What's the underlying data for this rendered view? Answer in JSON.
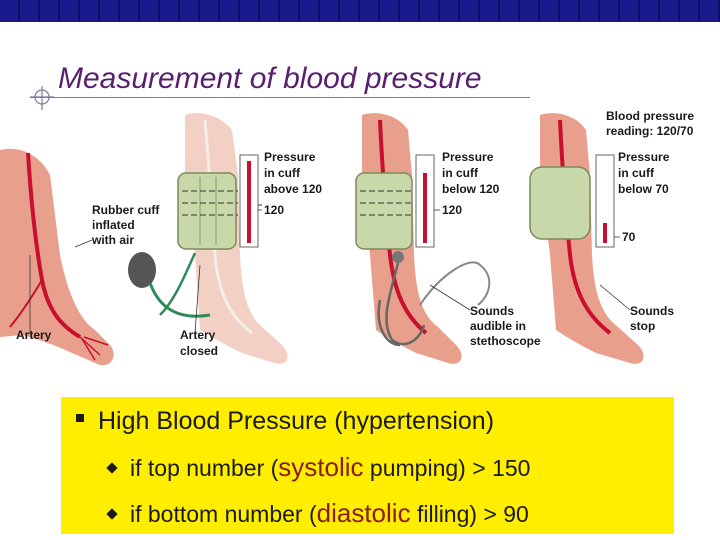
{
  "slide": {
    "title": "Measurement of blood pressure"
  },
  "figure": {
    "labels": {
      "reading_line1": "Blood pressure",
      "reading_line2": "reading: 120/70",
      "p1_line1": "Pressure",
      "p1_line2": "in cuff",
      "p1_line3": "above 120",
      "p1_value": "120",
      "p2_line1": "Pressure",
      "p2_line2": "in cuff",
      "p2_line3": "below 120",
      "p2_value": "120",
      "p3_line1": "Pressure",
      "p3_line2": "in cuff",
      "p3_line3": "below 70",
      "p3_value": "70",
      "cuff_line1": "Rubber cuff",
      "cuff_line2": "inflated",
      "cuff_line3": "with air",
      "artery": "Artery",
      "closed_line1": "Artery",
      "closed_line2": "closed",
      "audible_line1": "Sounds",
      "audible_line2": "audible in",
      "audible_line3": "stethoscope",
      "stop_line1": "Sounds",
      "stop_line2": "stop"
    },
    "colors": {
      "skin": "#e8a08c",
      "artery": "#c8102e",
      "cuff": "#c9d8a8",
      "tube": "#2e8b57",
      "bulb": "#555555",
      "mercury": "#c8102e"
    }
  },
  "bullets": {
    "main": "High Blood Pressure (hypertension)",
    "sub1_pre": "if top number (",
    "sub1_hl": "systolic",
    "sub1_post": " pumping) > 150",
    "sub2_pre": "if bottom number (",
    "sub2_hl": "diastolic",
    "sub2_post": " filling) > 90"
  }
}
